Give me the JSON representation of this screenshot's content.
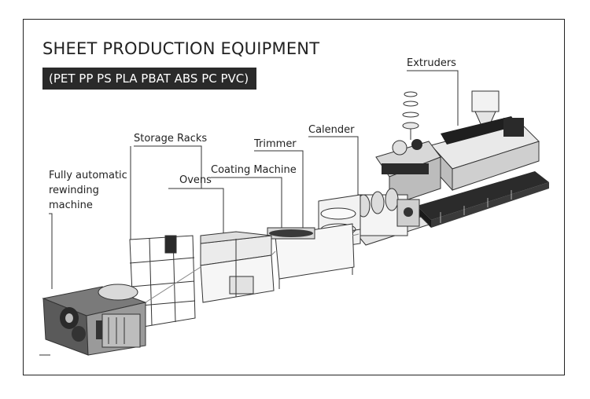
{
  "title": "SHEET PRODUCTION EQUIPMENT",
  "subtitle": "(PET PP PS PLA PBAT ABS PC  PVC)",
  "labels": {
    "extruders": "Extruders",
    "calender": "Calender",
    "trimmer": "Trimmer",
    "coating_machine": "Coating Machine",
    "storage_racks": "Storage Racks",
    "ovens": "Ovens",
    "rewinding_line1": "Fully automatic",
    "rewinding_line2": "rewinding",
    "rewinding_line3": "machine"
  }
}
